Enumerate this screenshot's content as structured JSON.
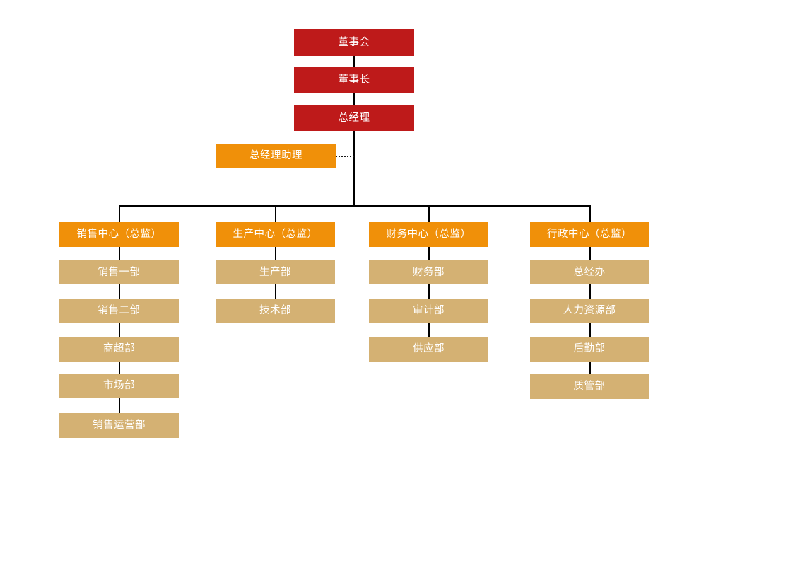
{
  "chart_data": {
    "type": "diagram",
    "diagram_kind": "organization-chart",
    "title": "",
    "orientation": "top-down",
    "colors": {
      "executive_box": "#be1a1a",
      "division_box": "#f09009",
      "assistant_box": "#f09009",
      "department_box": "#d4b173",
      "connector_line": "#000000",
      "label_text": "#ffffff",
      "background": "#ffffff"
    },
    "levels": [
      {
        "level": 1,
        "label": "executive",
        "nodes": [
          "董事会",
          "董事长",
          "总经理"
        ]
      },
      {
        "level": 2,
        "label": "assistant",
        "nodes": [
          "总经理助理"
        ]
      },
      {
        "level": 3,
        "label": "division",
        "nodes": [
          "销售中心（总监）",
          "生产中心（总监）",
          "财务中心（总监）",
          "行政中心（总监）"
        ]
      },
      {
        "level": 4,
        "label": "department",
        "nodes": [
          "销售一部",
          "销售二部",
          "商超部",
          "市场部",
          "销售运营部",
          "生产部",
          "技术部",
          "财务部",
          "审计部",
          "供应部",
          "总经办",
          "人力资源部",
          "后勤部",
          "质管部"
        ]
      }
    ]
  },
  "executive": {
    "board": "董事会",
    "chairman": "董事长",
    "general_manager": "总经理"
  },
  "assistant": {
    "label": "总经理助理",
    "link_style": "dotted"
  },
  "divisions": [
    {
      "id": "sales",
      "label": "销售中心（总监）",
      "departments": [
        {
          "label": "销售一部"
        },
        {
          "label": "销售二部"
        },
        {
          "label": "商超部"
        },
        {
          "label": "市场部"
        },
        {
          "label": "销售运营部"
        }
      ]
    },
    {
      "id": "production",
      "label": "生产中心（总监）",
      "departments": [
        {
          "label": "生产部"
        },
        {
          "label": "技术部"
        }
      ]
    },
    {
      "id": "finance",
      "label": "财务中心（总监）",
      "departments": [
        {
          "label": "财务部"
        },
        {
          "label": "审计部"
        },
        {
          "label": "供应部"
        }
      ]
    },
    {
      "id": "administration",
      "label": "行政中心（总监）",
      "departments": [
        {
          "label": "总经办"
        },
        {
          "label": "人力资源部"
        },
        {
          "label": "后勤部"
        },
        {
          "label": "质管部"
        }
      ]
    }
  ]
}
